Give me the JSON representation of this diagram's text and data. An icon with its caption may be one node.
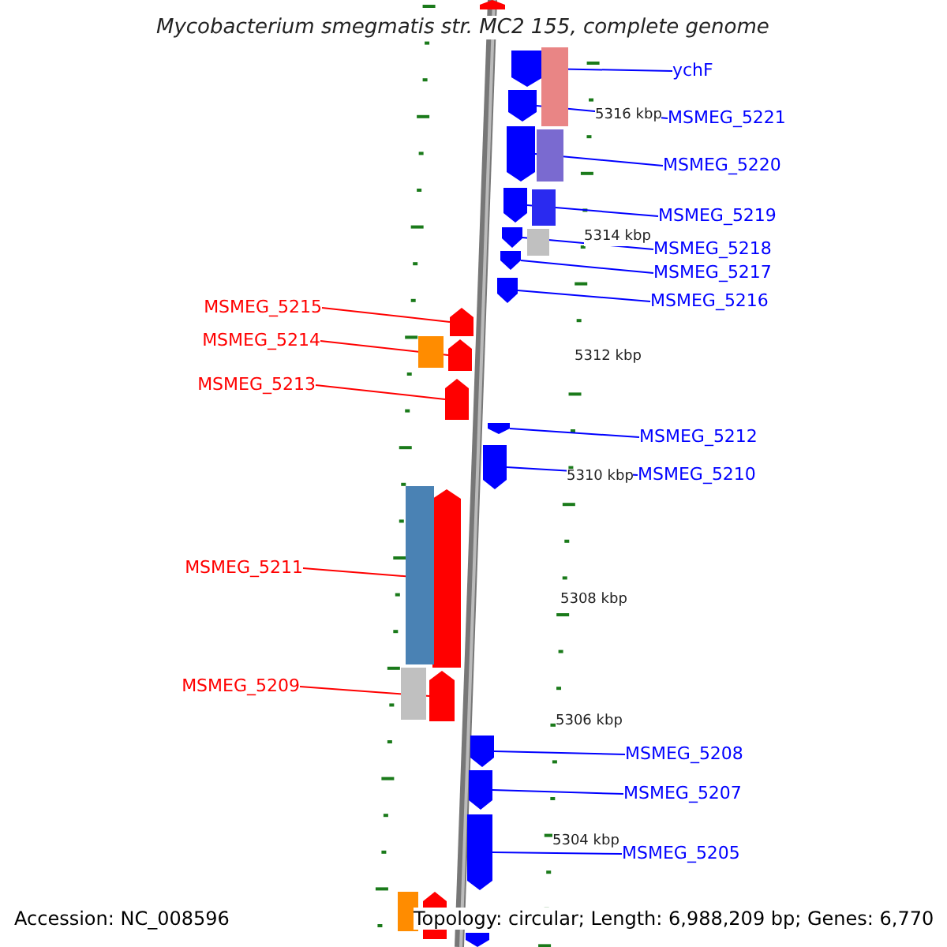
{
  "diagram": {
    "title": "Mycobacterium smegmatis str. MC2 155, complete genome",
    "nodes": [
      {
        "text": [
          "ychF"
        ]
      },
      {
        "text": [
          "MSMEG_5221"
        ]
      },
      {
        "text": [
          "MSMEG_5220"
        ]
      },
      {
        "text": [
          "MSMEG_5219"
        ]
      },
      {
        "text": [
          "MSMEG_5218"
        ]
      },
      {
        "text": [
          "MSMEG_5217"
        ]
      },
      {
        "text": [
          "MSMEG_5216"
        ]
      },
      {
        "text": [
          "MSMEG_5212"
        ]
      },
      {
        "text": [
          "MSMEG_5210"
        ]
      },
      {
        "text": [
          "MSMEG_5208"
        ]
      },
      {
        "text": [
          "MSMEG_5207"
        ]
      },
      {
        "text": [
          "MSMEG_5205"
        ]
      },
      {
        "text": [
          "MSMEG_5215"
        ]
      },
      {
        "text": [
          "MSMEG_5214"
        ]
      },
      {
        "text": [
          "MSMEG_5213"
        ]
      },
      {
        "text": [
          "MSMEG_5211"
        ]
      },
      {
        "text": [
          "MSMEG_5209"
        ]
      },
      {
        "text": [],
        "shape": "arrow"
      },
      {
        "text": [],
        "shape": "arrow"
      },
      {
        "text": [],
        "shape": "arrow"
      },
      {
        "text": [],
        "shape": "arrow"
      },
      {
        "text": [],
        "shape": "arrow"
      },
      {
        "text": [],
        "shape": "arrow"
      },
      {
        "text": [],
        "shape": "arrow"
      },
      {
        "text": [],
        "shape": "arrow"
      },
      {
        "text": [],
        "shape": "arrow"
      },
      {
        "text": [],
        "shape": "arrow"
      },
      {
        "text": [],
        "shape": "arrow"
      },
      {
        "text": [],
        "shape": "arrow"
      },
      {
        "text": [],
        "shape": "arrow"
      },
      {
        "text": [],
        "shape": "arrow"
      },
      {
        "text": [],
        "shape": "arrow"
      },
      {
        "text": [],
        "shape": "arrow"
      },
      {
        "text": [],
        "shape": "arrow"
      },
      {
        "text": [],
        "shape": "arrow"
      },
      {
        "text": [],
        "shape": "arrow"
      },
      {
        "text": [],
        "shape": "bar"
      },
      {
        "text": [],
        "shape": "bar"
      },
      {
        "text": [],
        "shape": "bar"
      },
      {
        "text": [],
        "shape": "bar"
      },
      {
        "text": [],
        "shape": "bar"
      },
      {
        "text": [],
        "shape": "bar"
      },
      {
        "text": [],
        "shape": "bar"
      },
      {
        "text": [],
        "shape": "bar"
      },
      {
        "text": [],
        "shape": "arrow"
      }
    ],
    "edges": [
      {
        "from": 0,
        "to": 17,
        "arrow": "none"
      },
      {
        "from": 1,
        "to": 18,
        "arrow": "none"
      },
      {
        "from": 2,
        "to": 19,
        "arrow": "none"
      },
      {
        "from": 3,
        "to": 20,
        "arrow": "none"
      },
      {
        "from": 4,
        "to": 21,
        "arrow": "none"
      },
      {
        "from": 5,
        "to": 22,
        "arrow": "none"
      },
      {
        "from": 6,
        "to": 23,
        "arrow": "none"
      },
      {
        "from": 7,
        "to": 24,
        "arrow": "none"
      },
      {
        "from": 8,
        "to": 25,
        "arrow": "none"
      },
      {
        "from": 9,
        "to": 26,
        "arrow": "none"
      },
      {
        "from": 10,
        "to": 27,
        "arrow": "none"
      },
      {
        "from": 11,
        "to": 28,
        "arrow": "none"
      },
      {
        "from": 12,
        "to": 29,
        "arrow": "none",
        "color": "#ff0000"
      },
      {
        "from": 13,
        "to": 30,
        "arrow": "none",
        "color": "#ff0000"
      },
      {
        "from": 14,
        "to": 31,
        "arrow": "none",
        "color": "#ff0000"
      },
      {
        "from": 15,
        "to": 32,
        "arrow": "none",
        "color": "#ff0000"
      },
      {
        "from": 16,
        "to": 33,
        "arrow": "none",
        "color": "#ff0000"
      }
    ],
    "labels": [
      "5316 kbp",
      "5314 kbp",
      "5312 kbp",
      "5310 kbp",
      "5308 kbp",
      "5306 kbp",
      "5304 kbp",
      "Accession: NC_008596",
      "Topology: circular; Length: 6,988,209 bp; Genes: 6,770"
    ]
  }
}
